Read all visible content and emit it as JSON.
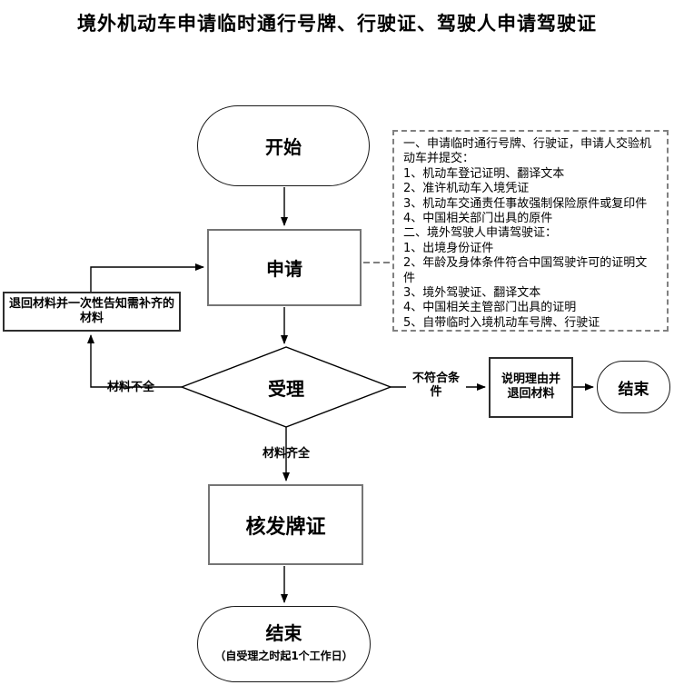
{
  "title": "境外机动车申请临时通行号牌、行驶证、驾驶人申请驾驶证",
  "nodes": {
    "start": {
      "label": "开始"
    },
    "apply": {
      "label": "申请"
    },
    "review": {
      "label": "受理"
    },
    "issue": {
      "label": "核发牌证"
    },
    "end_main": {
      "label": "结束",
      "note": "（自受理之时起1个工作日）"
    },
    "return_materials": {
      "label": "退回材料并一次性告知需补齐的材料"
    },
    "explain_return": {
      "lines": [
        "说明理由并",
        "退回材料"
      ]
    },
    "end_right": {
      "label": "结束"
    }
  },
  "edge_labels": {
    "materials_incomplete": "材料不全",
    "not_meet_conditions": [
      "不符合条",
      "件"
    ],
    "materials_complete": "材料齐全"
  },
  "requirements_note": {
    "lines": [
      "一、申请临时通行号牌、行驶证，申请人交验机",
      "动车并提交：",
      "1、机动车登记证明、翻译文本",
      "2、准许机动车入境凭证",
      "3、机动车交通责任事故强制保险原件或复印件",
      "4、中国相关部门出具的原件",
      "二、境外驾驶人申请驾驶证：",
      "1、出境身份证件",
      "2、年龄及身体条件符合中国驾驶许可的证明文",
      "件",
      "3、境外驾驶证、翻译文本",
      "4、中国相关主管部门出具的证明",
      "5、自带临时入境机动车号牌、行驶证"
    ]
  },
  "colors": {
    "line": "#000000",
    "dashed_gray": "#808080",
    "box_border_gray": "#757575"
  }
}
